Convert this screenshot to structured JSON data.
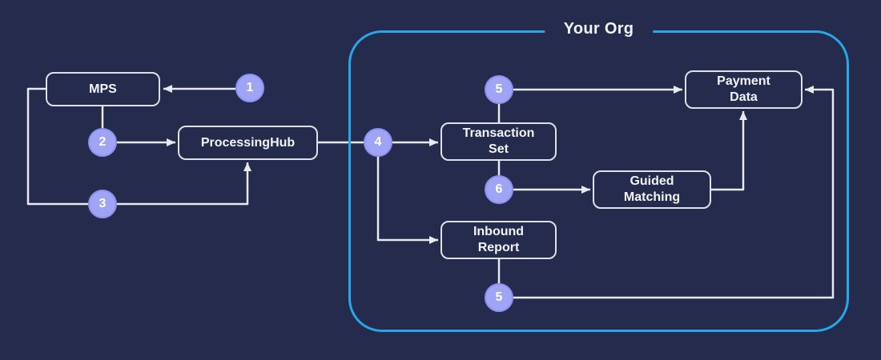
{
  "diagram": {
    "boundary_title": "Your Org",
    "nodes": {
      "mps": {
        "label": "MPS"
      },
      "processing_hub": {
        "label": "ProcessingHub"
      },
      "transaction_set": {
        "label": "Transaction\nSet"
      },
      "inbound_report": {
        "label": "Inbound\nReport"
      },
      "guided_matching": {
        "label": "Guided\nMatching"
      },
      "payment_data": {
        "label": "Payment\nData"
      }
    },
    "markers": {
      "step_1": {
        "label": "1"
      },
      "step_2": {
        "label": "2"
      },
      "step_3": {
        "label": "3"
      },
      "step_4": {
        "label": "4"
      },
      "step_5_top": {
        "label": "5"
      },
      "step_6": {
        "label": "6"
      },
      "step_5_bottom": {
        "label": "5"
      }
    },
    "colors": {
      "background": "#252b4d",
      "boundary_stroke": "#28a6e8",
      "node_border": "#dde1e6",
      "node_text": "#f2f4f8",
      "marker_fill": "#a0a4f5",
      "marker_border": "#8d90ee",
      "arrow": "#e9eaee"
    }
  }
}
